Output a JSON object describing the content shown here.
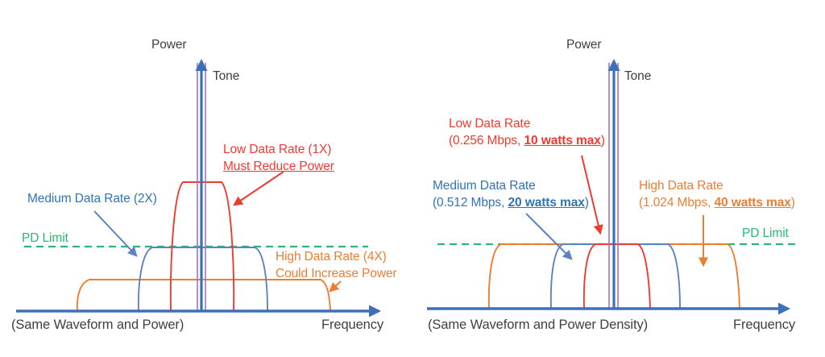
{
  "colors": {
    "axis": "#3e6fb7",
    "blue_curve": "#5b83c4",
    "blue_label": "#2f74b5",
    "red": "#ee3b2f",
    "orange": "#ed7d31",
    "green": "#2bb673",
    "purple": "#9b74c6",
    "dark": "#3f3f3f"
  },
  "left": {
    "power_label": "Power",
    "tone_label": "Tone",
    "low": {
      "line1": "Low Data Rate (1X)",
      "line2": "Must Reduce Power"
    },
    "medium": {
      "line1": "Medium Data Rate (2X)"
    },
    "high": {
      "line1": "High Data Rate (4X)",
      "line2": "Could Increase Power"
    },
    "pd_limit": "PD Limit",
    "axis_caption": "(Same Waveform and Power)",
    "freq_label": "Frequency"
  },
  "right": {
    "power_label": "Power",
    "tone_label": "Tone",
    "low": {
      "line1": "Low Data Rate",
      "l2_pre": "(0.256 Mbps, ",
      "l2_em": "10 watts max",
      "l2_post": ")"
    },
    "medium": {
      "line1": "Medium Data Rate",
      "l2_pre": "(0.512 Mbps, ",
      "l2_em": "20 watts max",
      "l2_post": ")"
    },
    "high": {
      "line1": "High Data Rate",
      "l2_pre": "(1.024 Mbps, ",
      "l2_em": "40 watts max",
      "l2_post": ")"
    },
    "pd_limit": "PD Limit",
    "axis_caption": "(Same Waveform and Power Density)",
    "freq_label": "Frequency"
  }
}
